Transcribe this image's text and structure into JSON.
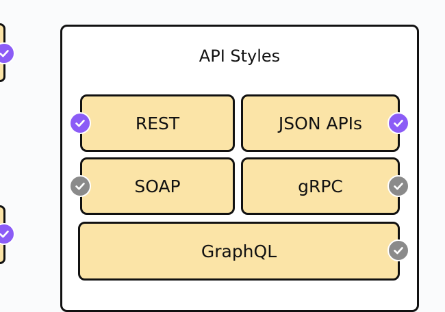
{
  "diagram": {
    "title": "API Styles",
    "items": [
      {
        "label": "REST",
        "status": "checked"
      },
      {
        "label": "JSON APIs",
        "status": "checked"
      },
      {
        "label": "SOAP",
        "status": "inactive"
      },
      {
        "label": "gRPC",
        "status": "inactive"
      },
      {
        "label": "GraphQL",
        "status": "inactive"
      }
    ]
  },
  "colors": {
    "box_fill": "#fbe4a7",
    "box_border": "#111111",
    "check_active": "#8b5cf6",
    "check_inactive": "#8a8a8a"
  },
  "icons": {
    "active_badge": "check-icon",
    "inactive_badge": "check-icon"
  }
}
